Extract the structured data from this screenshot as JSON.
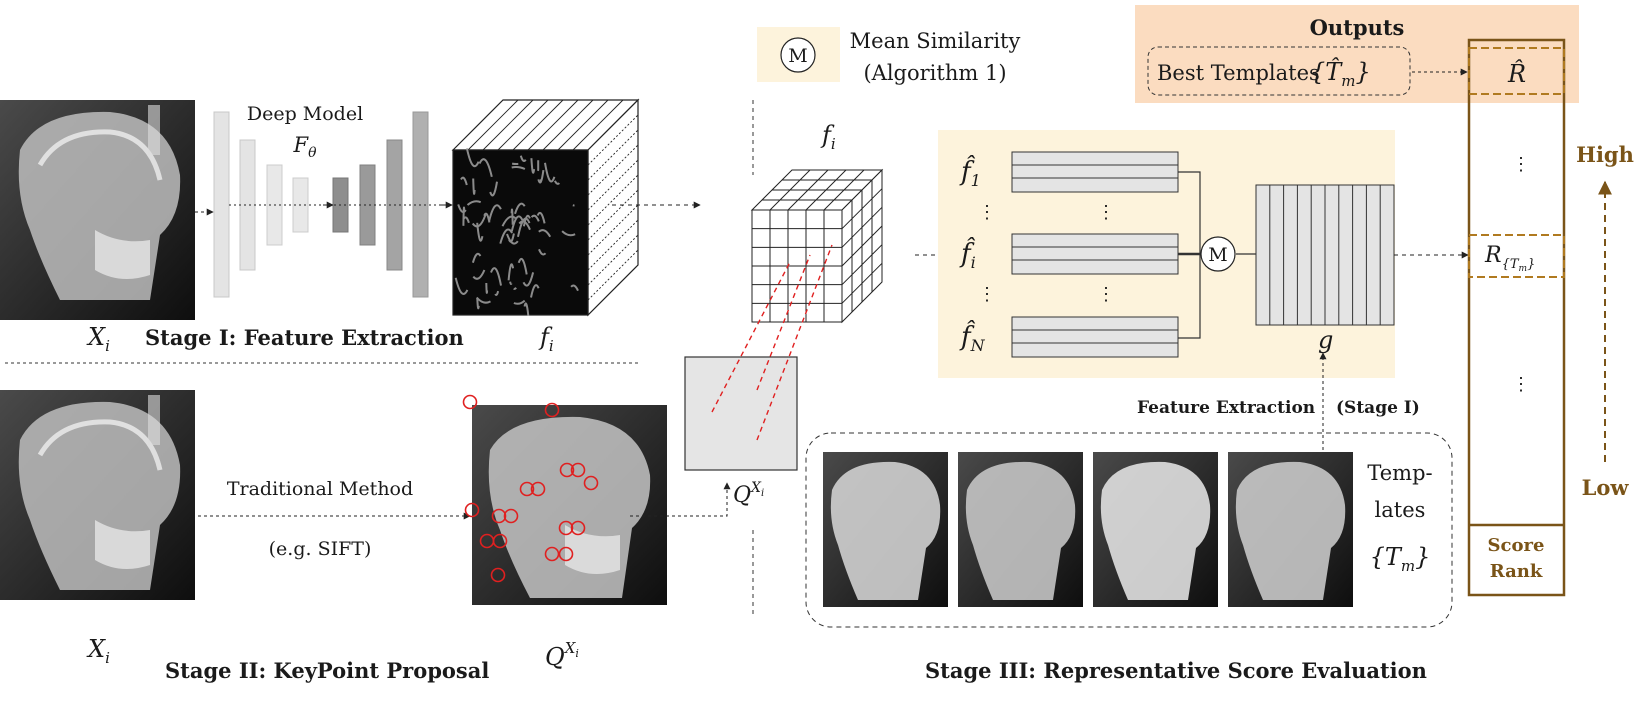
{
  "stage_titles": {
    "stage1": "Stage I:  Feature Extraction",
    "stage2": "Stage II:  KeyPoint Proposal",
    "stage3": "Stage III:  Representative Score Evaluation"
  },
  "deep_model": {
    "label": "Deep Model",
    "symbol": "F",
    "symbol_sub": "θ"
  },
  "math_labels": {
    "x": "X",
    "x_sub": "i",
    "f": "f",
    "f_sub": "i",
    "q": "Q",
    "q_sup_main": "X",
    "q_sup_sub": "i",
    "g": "g"
  },
  "traditional": {
    "line1": "Traditional Method",
    "line2": "(e.g. SIFT)"
  },
  "mean_similarity": {
    "symbol": "M",
    "line1": "Mean Similarity",
    "line2": "(Algorithm 1)"
  },
  "feature_rows": {
    "f1_sub": "1",
    "fi_sub": "i",
    "fn_sub": "N",
    "dots": "⋮"
  },
  "feature_extraction_label": {
    "main": "Feature Extraction",
    "stage": "(Stage I)"
  },
  "templates": {
    "line1": "Temp-",
    "line2": "lates",
    "set_symbol": "{T",
    "set_sub": "m",
    "set_close": "}"
  },
  "outputs": {
    "title": "Outputs",
    "best_templates": "Best Templates",
    "best_set": "{T̂",
    "best_set_sub": "m",
    "best_set_close": "}",
    "r_hat": "R̂"
  },
  "rank": {
    "r_label": "R",
    "r_sub": "{T",
    "r_sub_sub": "m",
    "r_sub_close": "}",
    "dots": "⋮",
    "score": "Score",
    "rank": "Rank",
    "high": "High",
    "low": "Low"
  },
  "colors": {
    "accent_brown": "#7a5418",
    "panel_yellow": "#fdf3dc",
    "outputs_orange": "#fbdcc0",
    "keypoint_red": "#e02020"
  }
}
